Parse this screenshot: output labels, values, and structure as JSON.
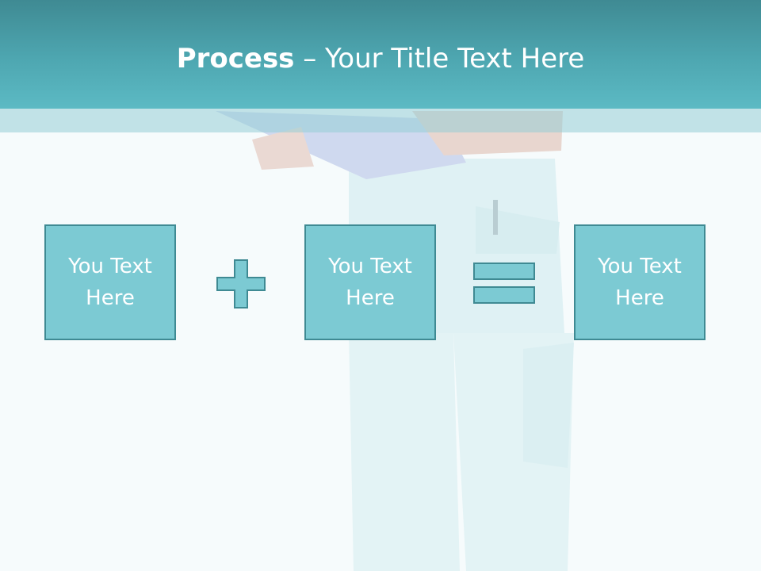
{
  "slide": {
    "title_bold": "Process",
    "title_rest": " – Your Title Text Here",
    "boxes": [
      {
        "text": "You Text Here"
      },
      {
        "text": "You Text Here"
      },
      {
        "text": "You Text Here"
      }
    ],
    "operators": [
      "plus-icon",
      "equals-icon"
    ]
  },
  "colors": {
    "title_bar": "#4ea7b1",
    "box_fill": "#7ccad3",
    "box_border": "#3f8a93",
    "text": "#ffffff"
  }
}
